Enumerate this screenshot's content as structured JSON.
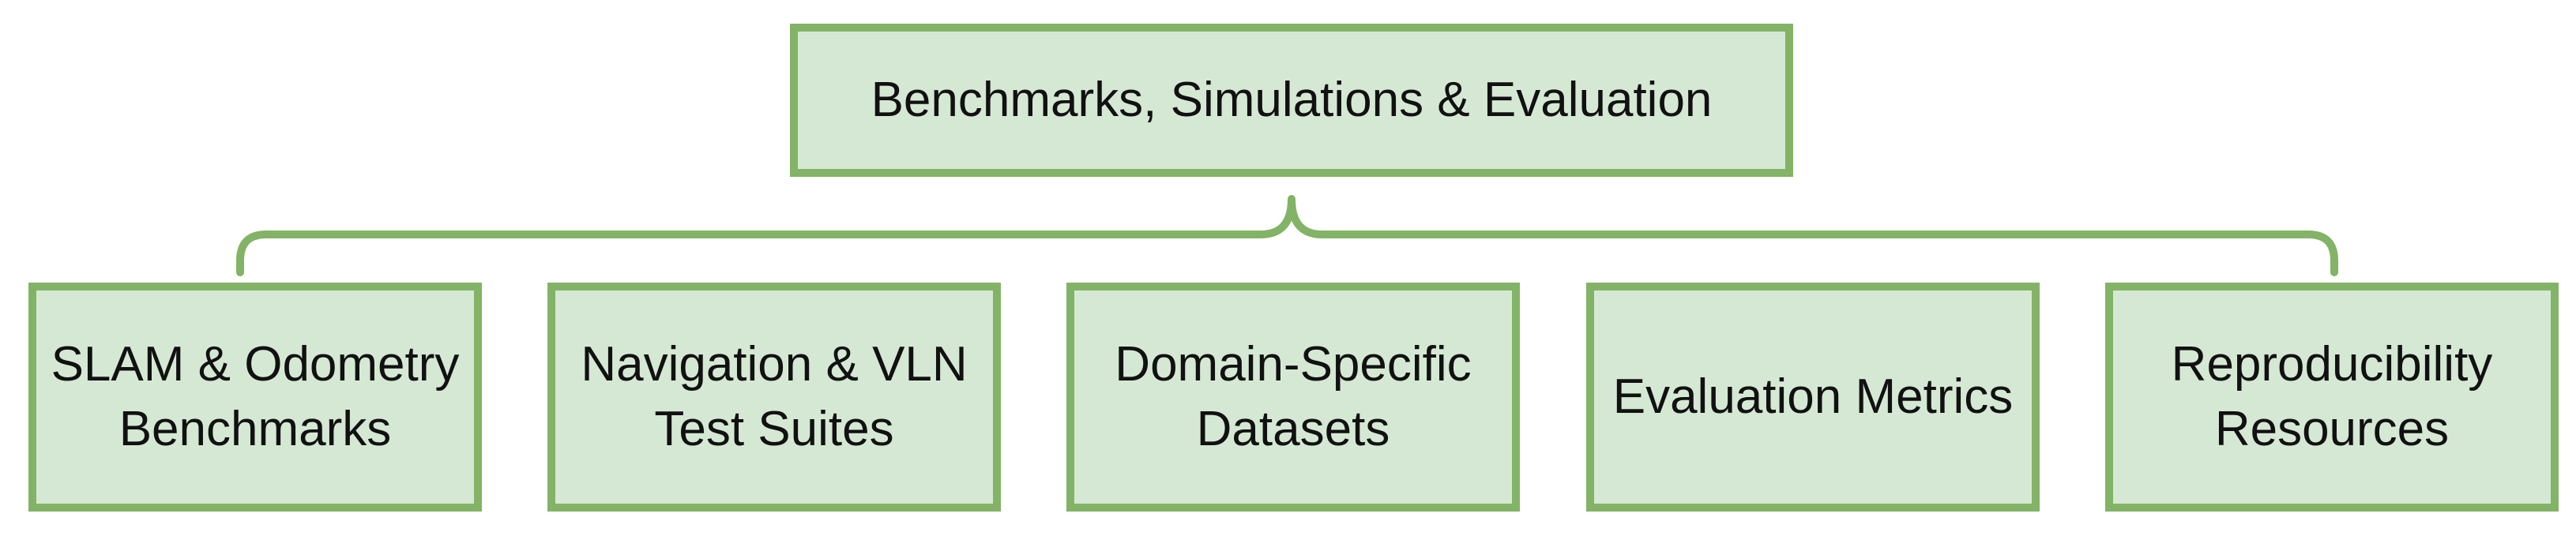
{
  "diagram": {
    "root": {
      "label": "Benchmarks, Simulations & Evaluation"
    },
    "children": [
      {
        "label": "SLAM & Odometry\nBenchmarks"
      },
      {
        "label": "Navigation & VLN\nTest Suites"
      },
      {
        "label": "Domain-Specific\nDatasets"
      },
      {
        "label": "Evaluation Metrics"
      },
      {
        "label": "Reproducibility\nResources"
      }
    ],
    "colors": {
      "fill": "#d5e8d4",
      "stroke": "#82b366",
      "text": "#111111"
    }
  }
}
